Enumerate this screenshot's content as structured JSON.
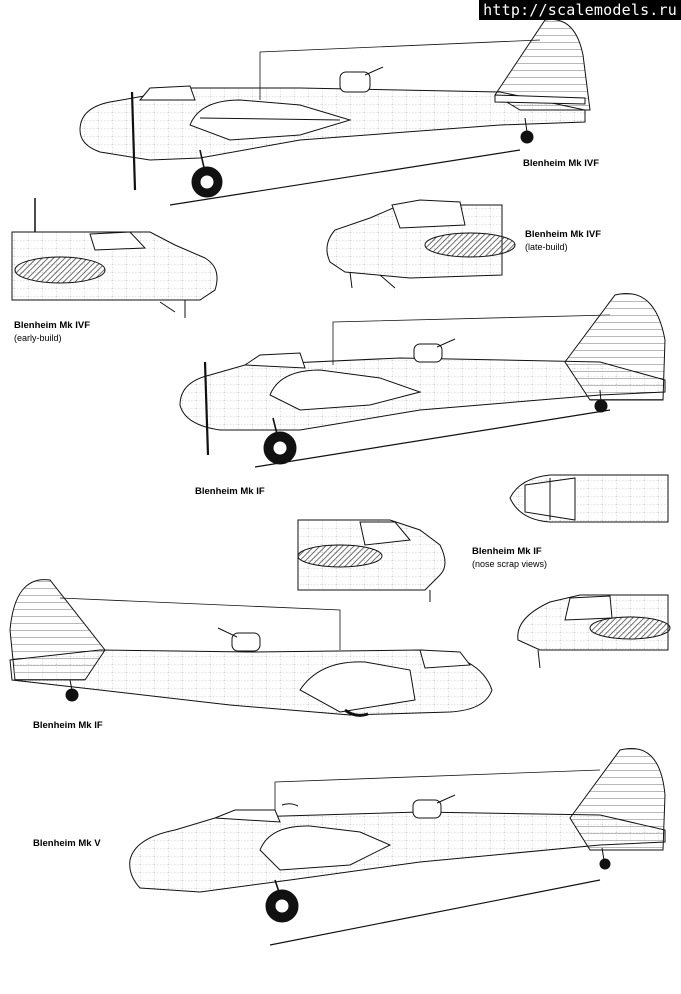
{
  "watermark": "http://scalemodels.ru",
  "drawings": [
    {
      "id": "mk4f",
      "caption": "Blenheim Mk IVF",
      "subcaption": ""
    },
    {
      "id": "mk4f-late",
      "caption": "Blenheim Mk IVF",
      "subcaption": "(late-build)"
    },
    {
      "id": "mk4f-early",
      "caption": "Blenheim Mk IVF",
      "subcaption": "(early-build)"
    },
    {
      "id": "mk1f-right",
      "caption": "Blenheim Mk IF",
      "subcaption": ""
    },
    {
      "id": "mk1f-nose",
      "caption": "Blenheim Mk IF",
      "subcaption": "(nose scrap views)"
    },
    {
      "id": "mk1f-left",
      "caption": "Blenheim Mk IF",
      "subcaption": ""
    },
    {
      "id": "mk5",
      "caption": "Blenheim Mk V",
      "subcaption": ""
    }
  ],
  "colors": {
    "line": "#111111",
    "hatch": "#333333",
    "panel": "#777777",
    "paper": "#ffffff"
  }
}
